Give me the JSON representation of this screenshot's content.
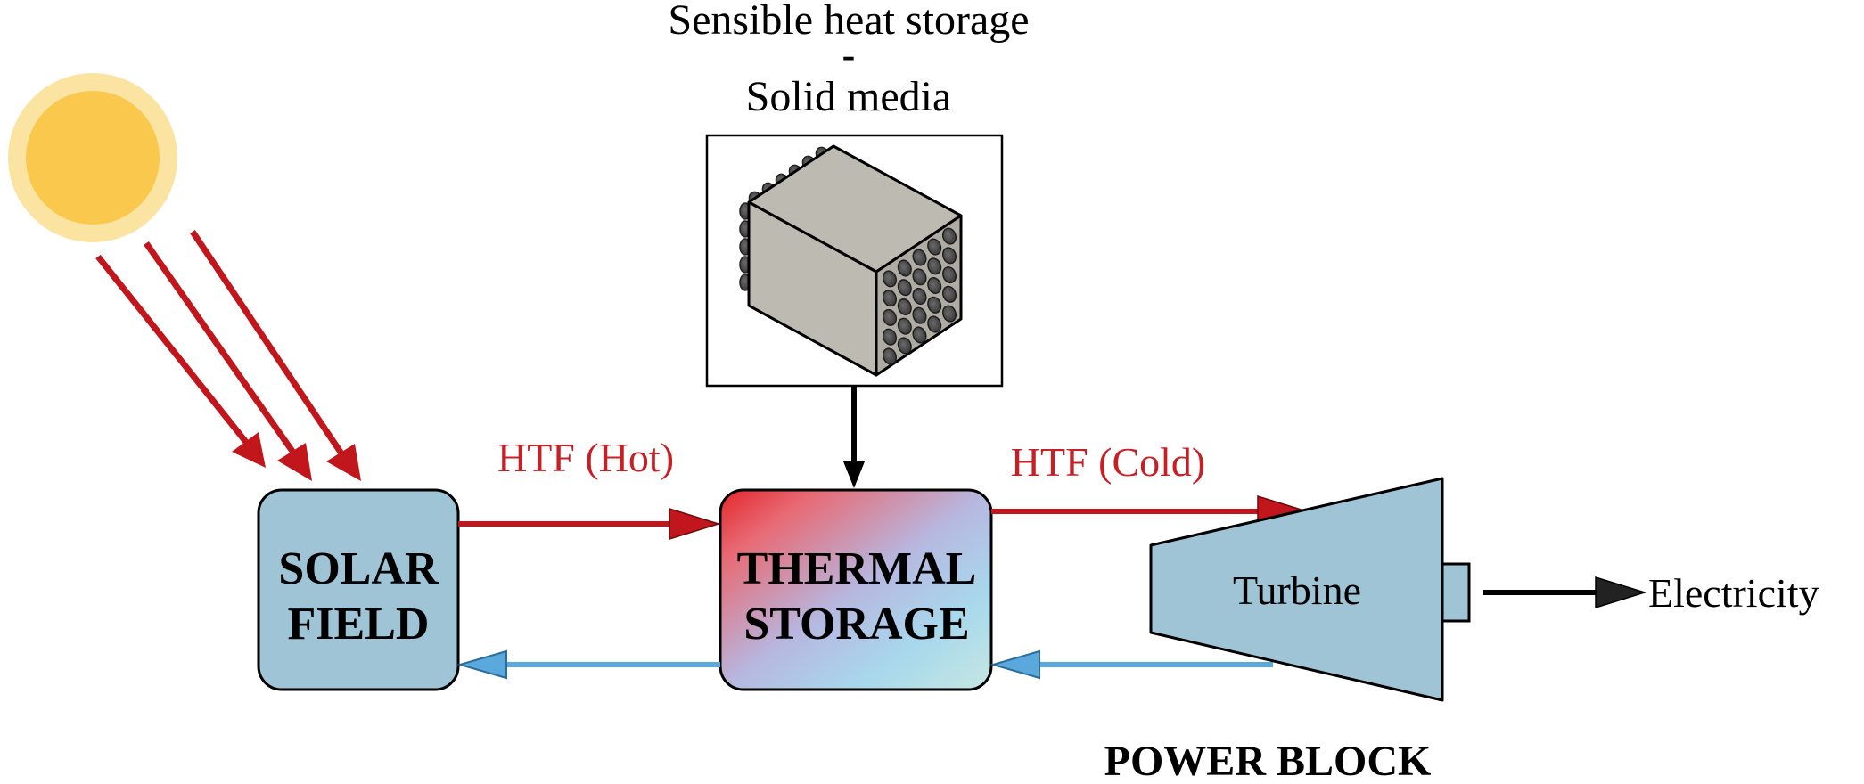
{
  "storage_caption": {
    "line1": "Sensible heat storage",
    "line2": "-",
    "line3": "Solid media"
  },
  "solar_field": {
    "line1": "SOLAR",
    "line2": "FIELD"
  },
  "thermal_storage": {
    "line1": "THERMAL",
    "line2": "STORAGE"
  },
  "flows": {
    "hot": "HTF (Hot)",
    "cold": "HTF (Cold)"
  },
  "turbine": {
    "label": "Turbine"
  },
  "output": {
    "label": "Electricity"
  },
  "power_block": {
    "label": "POWER BLOCK"
  },
  "colors": {
    "sun_outer": "#FBE3A2",
    "sun_inner": "#F9C84C",
    "hot_arrow": "#C0161C",
    "cold_arrow": "#5BA9DC",
    "box_fill": "#9EC4D6",
    "hot_text": "#C62026",
    "cube_face": "#BDBAB2",
    "rod": "#4A4A4A"
  }
}
